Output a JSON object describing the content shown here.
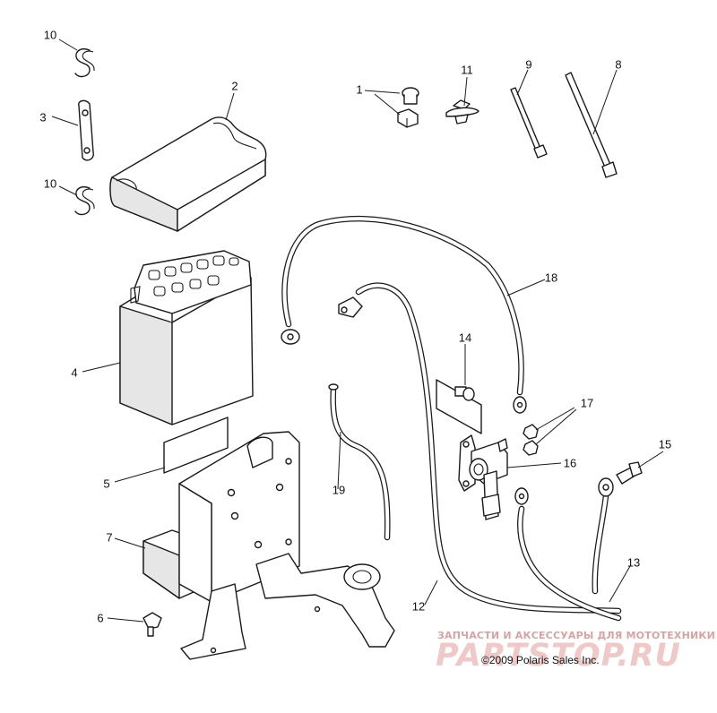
{
  "callouts": {
    "n1": "1",
    "n2": "2",
    "n3": "3",
    "n4": "4",
    "n5": "5",
    "n6": "6",
    "n7": "7",
    "n8": "8",
    "n9": "9",
    "n10a": "10",
    "n10b": "10",
    "n11": "11",
    "n12": "12",
    "n13": "13",
    "n14": "14",
    "n15": "15",
    "n16": "16",
    "n17": "17",
    "n18": "18",
    "n19": "19"
  },
  "watermark": {
    "tagline": "ЗАПЧАСТИ И АКСЕССУАРЫ ДЛЯ МОТОТЕХНИКИ",
    "brand": "PARTSTOP.RU"
  },
  "copyright": "©2009 Polaris Sales Inc.",
  "colors": {
    "line": "#1a1a1a",
    "background": "#ffffff",
    "watermark": "#f0c8c8"
  }
}
